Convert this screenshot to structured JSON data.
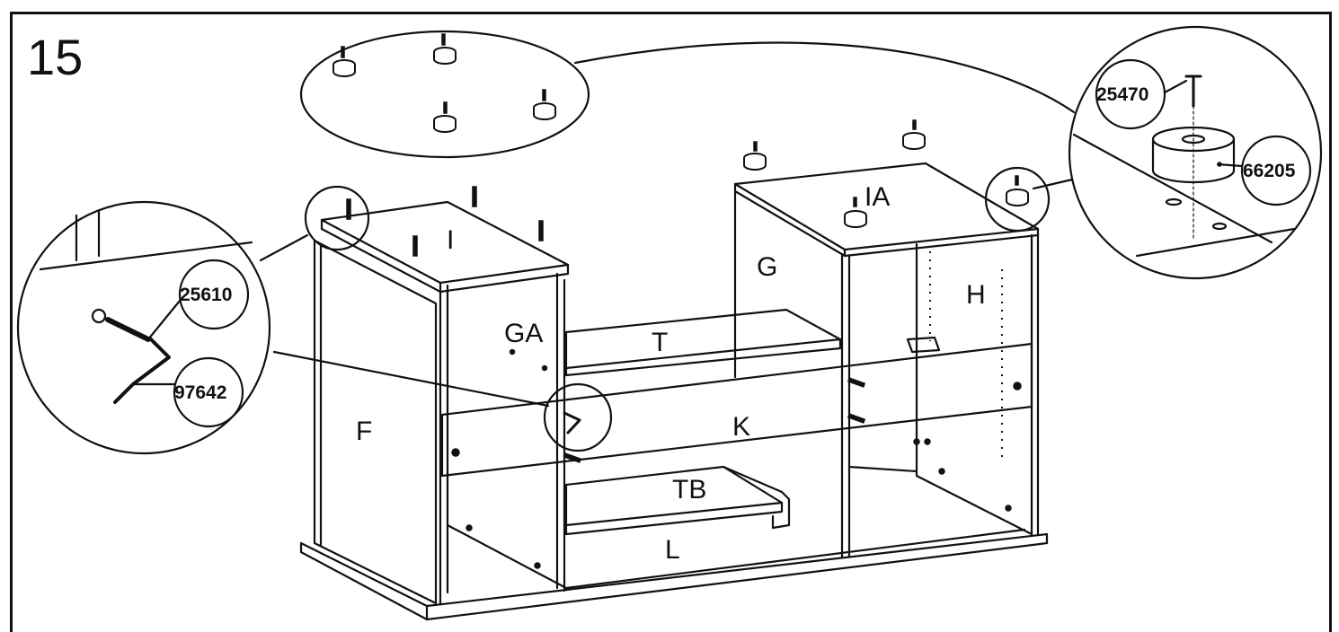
{
  "step_number": "15",
  "panels": {
    "I": "I",
    "IA": "IA",
    "G": "G",
    "H": "H",
    "GA": "GA",
    "T": "T",
    "F": "F",
    "K": "K",
    "TB": "TB",
    "L": "L"
  },
  "part_numbers": {
    "screw": "25470",
    "foot_pad": "66205",
    "cam_bolt": "25610",
    "cam_key": "97642"
  },
  "colors": {
    "line": "#111111",
    "background": "#ffffff"
  }
}
